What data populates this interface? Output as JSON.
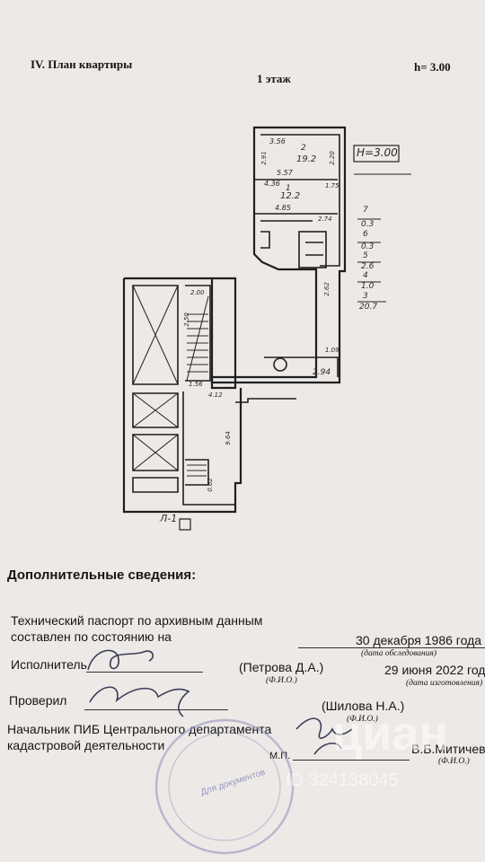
{
  "header": {
    "section_title": "IV. План квартиры",
    "floor": "1 этаж",
    "height": "h= 3.00"
  },
  "plan": {
    "height_label": "H=3.00",
    "dims": {
      "d1": "3.56",
      "d2": "5.57",
      "d3": "4.36",
      "d4": "4.85",
      "d5": "2.00",
      "d6": "2.50",
      "d7": "1.56",
      "d8": "4.12",
      "d9": "9.64",
      "d10": "2.94",
      "d11": "1.09",
      "d12": "2.20",
      "d13": "1.75",
      "d14": "2.74",
      "d15": "2.62",
      "d16": "0.62",
      "d17": "2.91"
    },
    "rooms": {
      "r2_num": "2",
      "r2_area": "19.2",
      "r1_num": "1",
      "r1_area": "12.2"
    },
    "legend": [
      {
        "num": "7",
        "area": "0.3"
      },
      {
        "num": "6",
        "area": "0.3"
      },
      {
        "num": "5",
        "area": "2.6"
      },
      {
        "num": "4",
        "area": "1.0"
      },
      {
        "num": "3",
        "area": "20.7"
      }
    ],
    "axis_label": "Л-1"
  },
  "info": {
    "title": "Дополнительные сведения:",
    "passport_line1": "Технический паспорт по архивным данным",
    "passport_line2": "составлен по состоянию на",
    "survey_date": "30 декабря 1986 года",
    "survey_date_caption": "(дата обследования)",
    "executor_label": "Исполнитель",
    "executor_name": "(Петрова Д.А.)",
    "fio_caption": "(Ф.И.О.)",
    "made_date": "29 июня 2022 год",
    "made_date_caption": "(дата изготовления)",
    "checked_label": "Проверил",
    "checker_name": "(Шилова Н.А.)",
    "head_line1": "Начальник ПИБ Центрального департамента",
    "head_line2": "кадастровой деятельности",
    "mp": "М.П.",
    "head_name": "В.Б.Митичев",
    "stamp_text": "Для документов"
  },
  "watermark": {
    "brand": "циан",
    "id": "ID 324138045"
  }
}
